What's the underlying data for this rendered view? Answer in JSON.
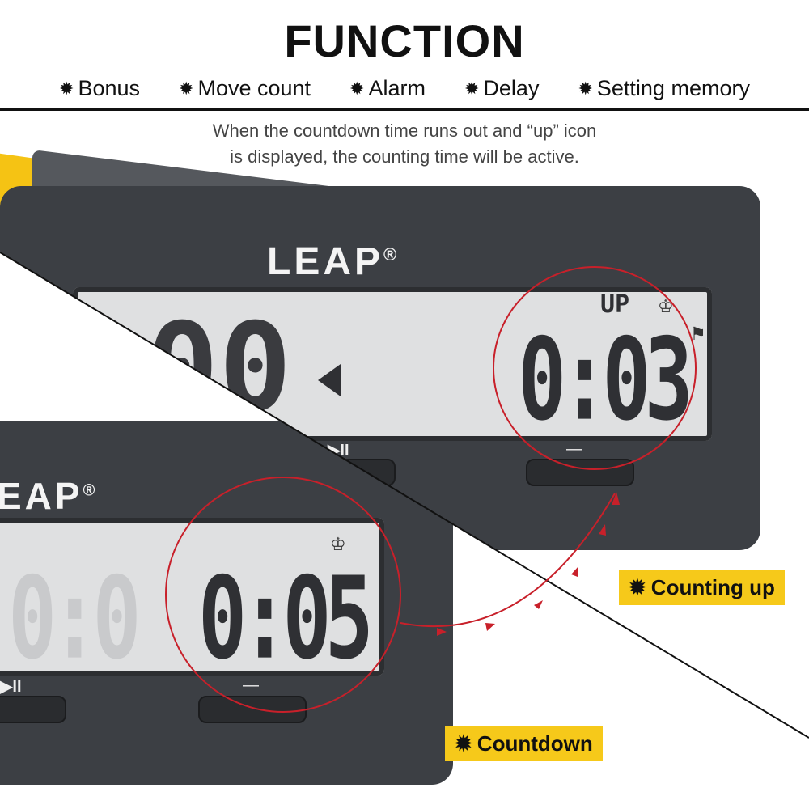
{
  "header": {
    "title": "FUNCTION",
    "features": [
      "Bonus",
      "Move count",
      "Alarm",
      "Delay",
      "Setting memory"
    ],
    "description_line1": "When the countdown time runs out and “up” icon",
    "description_line2": "is displayed, the counting time will be active."
  },
  "top_clock": {
    "brand": "LEAP",
    "registered": "®",
    "display_time": "0:03",
    "up_indicator": "UP",
    "left_ghost": "00",
    "play_pause": "▶II",
    "minus": "—",
    "icons": [
      "crown-icon",
      "flag-icon"
    ]
  },
  "bottom_clock": {
    "brand": "EAP",
    "registered": "®",
    "display_time": "0:05",
    "play_pause": "▶II",
    "minus": "—",
    "icons": [
      "crown-icon"
    ]
  },
  "labels": {
    "counting_up": "Counting up",
    "countdown": "Countdown"
  },
  "colors": {
    "highlight_circle": "#c8202a",
    "label_bg": "#f6c91a",
    "body": "#3c3f44",
    "lcd": "#dfe0e1",
    "accent_yellow": "#f5c314"
  }
}
